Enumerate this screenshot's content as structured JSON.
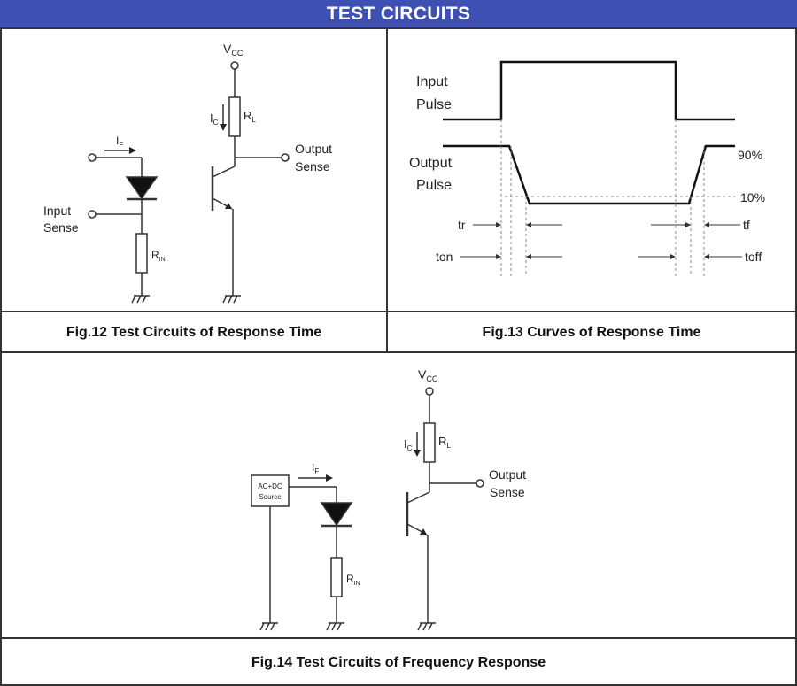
{
  "header": {
    "title": "TEST CIRCUITS"
  },
  "fig12": {
    "caption": "Fig.12 Test Circuits of Response Time",
    "labels": {
      "vcc": "V",
      "vcc_sub": "CC",
      "ic": "I",
      "ic_sub": "C",
      "rl": "R",
      "rl_sub": "L",
      "if": "I",
      "if_sub": "F",
      "rin": "R",
      "rin_sub": "IN",
      "input_line1": "Input",
      "input_line2": "Sense",
      "output_line1": "Output",
      "output_line2": "Sense"
    }
  },
  "fig13": {
    "caption": "Fig.13 Curves of Response Time",
    "labels": {
      "input_line1": "Input",
      "input_line2": "Pulse",
      "output_line1": "Output",
      "output_line2": "Pulse",
      "p90": "90%",
      "p10": "10%",
      "tr": "tr",
      "tf": "tf",
      "ton": "ton",
      "toff": "toff"
    }
  },
  "fig14": {
    "caption": "Fig.14 Test Circuits of Frequency Response",
    "labels": {
      "vcc": "V",
      "vcc_sub": "CC",
      "ic": "I",
      "ic_sub": "C",
      "rl": "R",
      "rl_sub": "L",
      "if": "I",
      "if_sub": "F",
      "rin": "R",
      "rin_sub": "IN",
      "source_line1": "AC+DC",
      "source_line2": "Source",
      "output_line1": "Output",
      "output_line2": "Sense"
    }
  }
}
